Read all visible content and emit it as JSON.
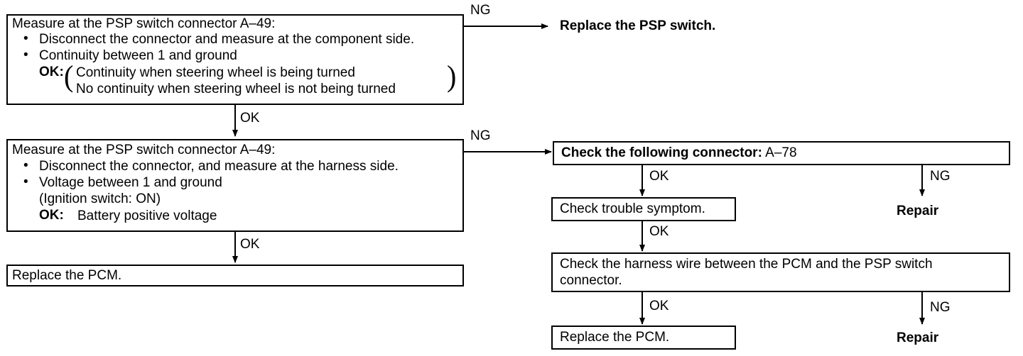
{
  "box1": {
    "title": "Measure at the PSP switch connector A–49:",
    "bullet": "•",
    "bullet1": "Disconnect the connector and measure at the component side.",
    "bullet2": "Continuity between 1 and ground",
    "ok_label": "OK:",
    "ok_line1": "Continuity when steering wheel is being turned",
    "ok_line2": "No continuity when steering wheel is not being turned"
  },
  "box2": {
    "title": "Measure at the PSP switch connector A–49:",
    "bullet": "•",
    "bullet1": "Disconnect the connector, and measure at the harness side.",
    "bullet2": "Voltage between 1 and ground",
    "bullet2_sub": "(Ignition switch: ON)",
    "ok_label": "OK:",
    "ok_text": "Battery positive voltage"
  },
  "box3": {
    "text": "Replace the PCM."
  },
  "replace_psp": "Replace the PSP switch.",
  "box4": {
    "text_bold": "Check the following connector:",
    "text_tail": "A–78"
  },
  "box5": {
    "text": "Check trouble symptom."
  },
  "box6": {
    "line1": "Check the harness wire between the PCM and the PSP switch",
    "line2": "connector."
  },
  "box7": {
    "text": "Replace the PCM."
  },
  "repair1": "Repair",
  "repair2": "Repair",
  "labels": {
    "ng1": "NG",
    "ok1": "OK",
    "ng2": "NG",
    "ok2": "OK",
    "ok3": "OK",
    "ng3": "NG",
    "ok4": "OK",
    "ok5": "OK",
    "ng4": "NG"
  }
}
